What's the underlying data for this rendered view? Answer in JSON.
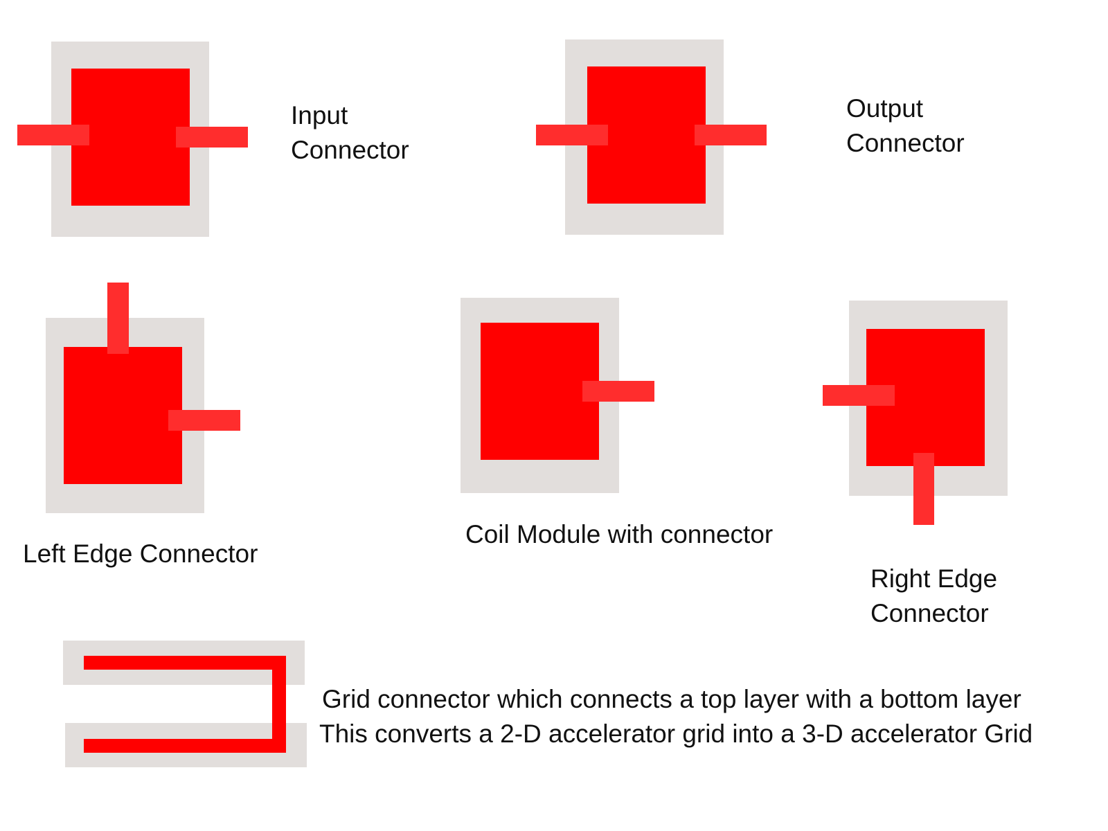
{
  "labels": {
    "input_line1": "Input",
    "input_line2": "Connector",
    "output_line1": "Output",
    "output_line2": "Connector",
    "left_edge": "Left Edge Connector",
    "coil_module": "Coil Module with connector",
    "right_edge_line1": "Right Edge",
    "right_edge_line2": "Connector",
    "grid_line1": "Grid connector which connects a top layer with a bottom layer",
    "grid_line2": "This converts a 2-D accelerator grid into a 3-D accelerator Grid"
  },
  "colors": {
    "frame": "#e2dedc",
    "core": "#ff0000",
    "pin": "#ff2d2d",
    "text": "#111111"
  }
}
